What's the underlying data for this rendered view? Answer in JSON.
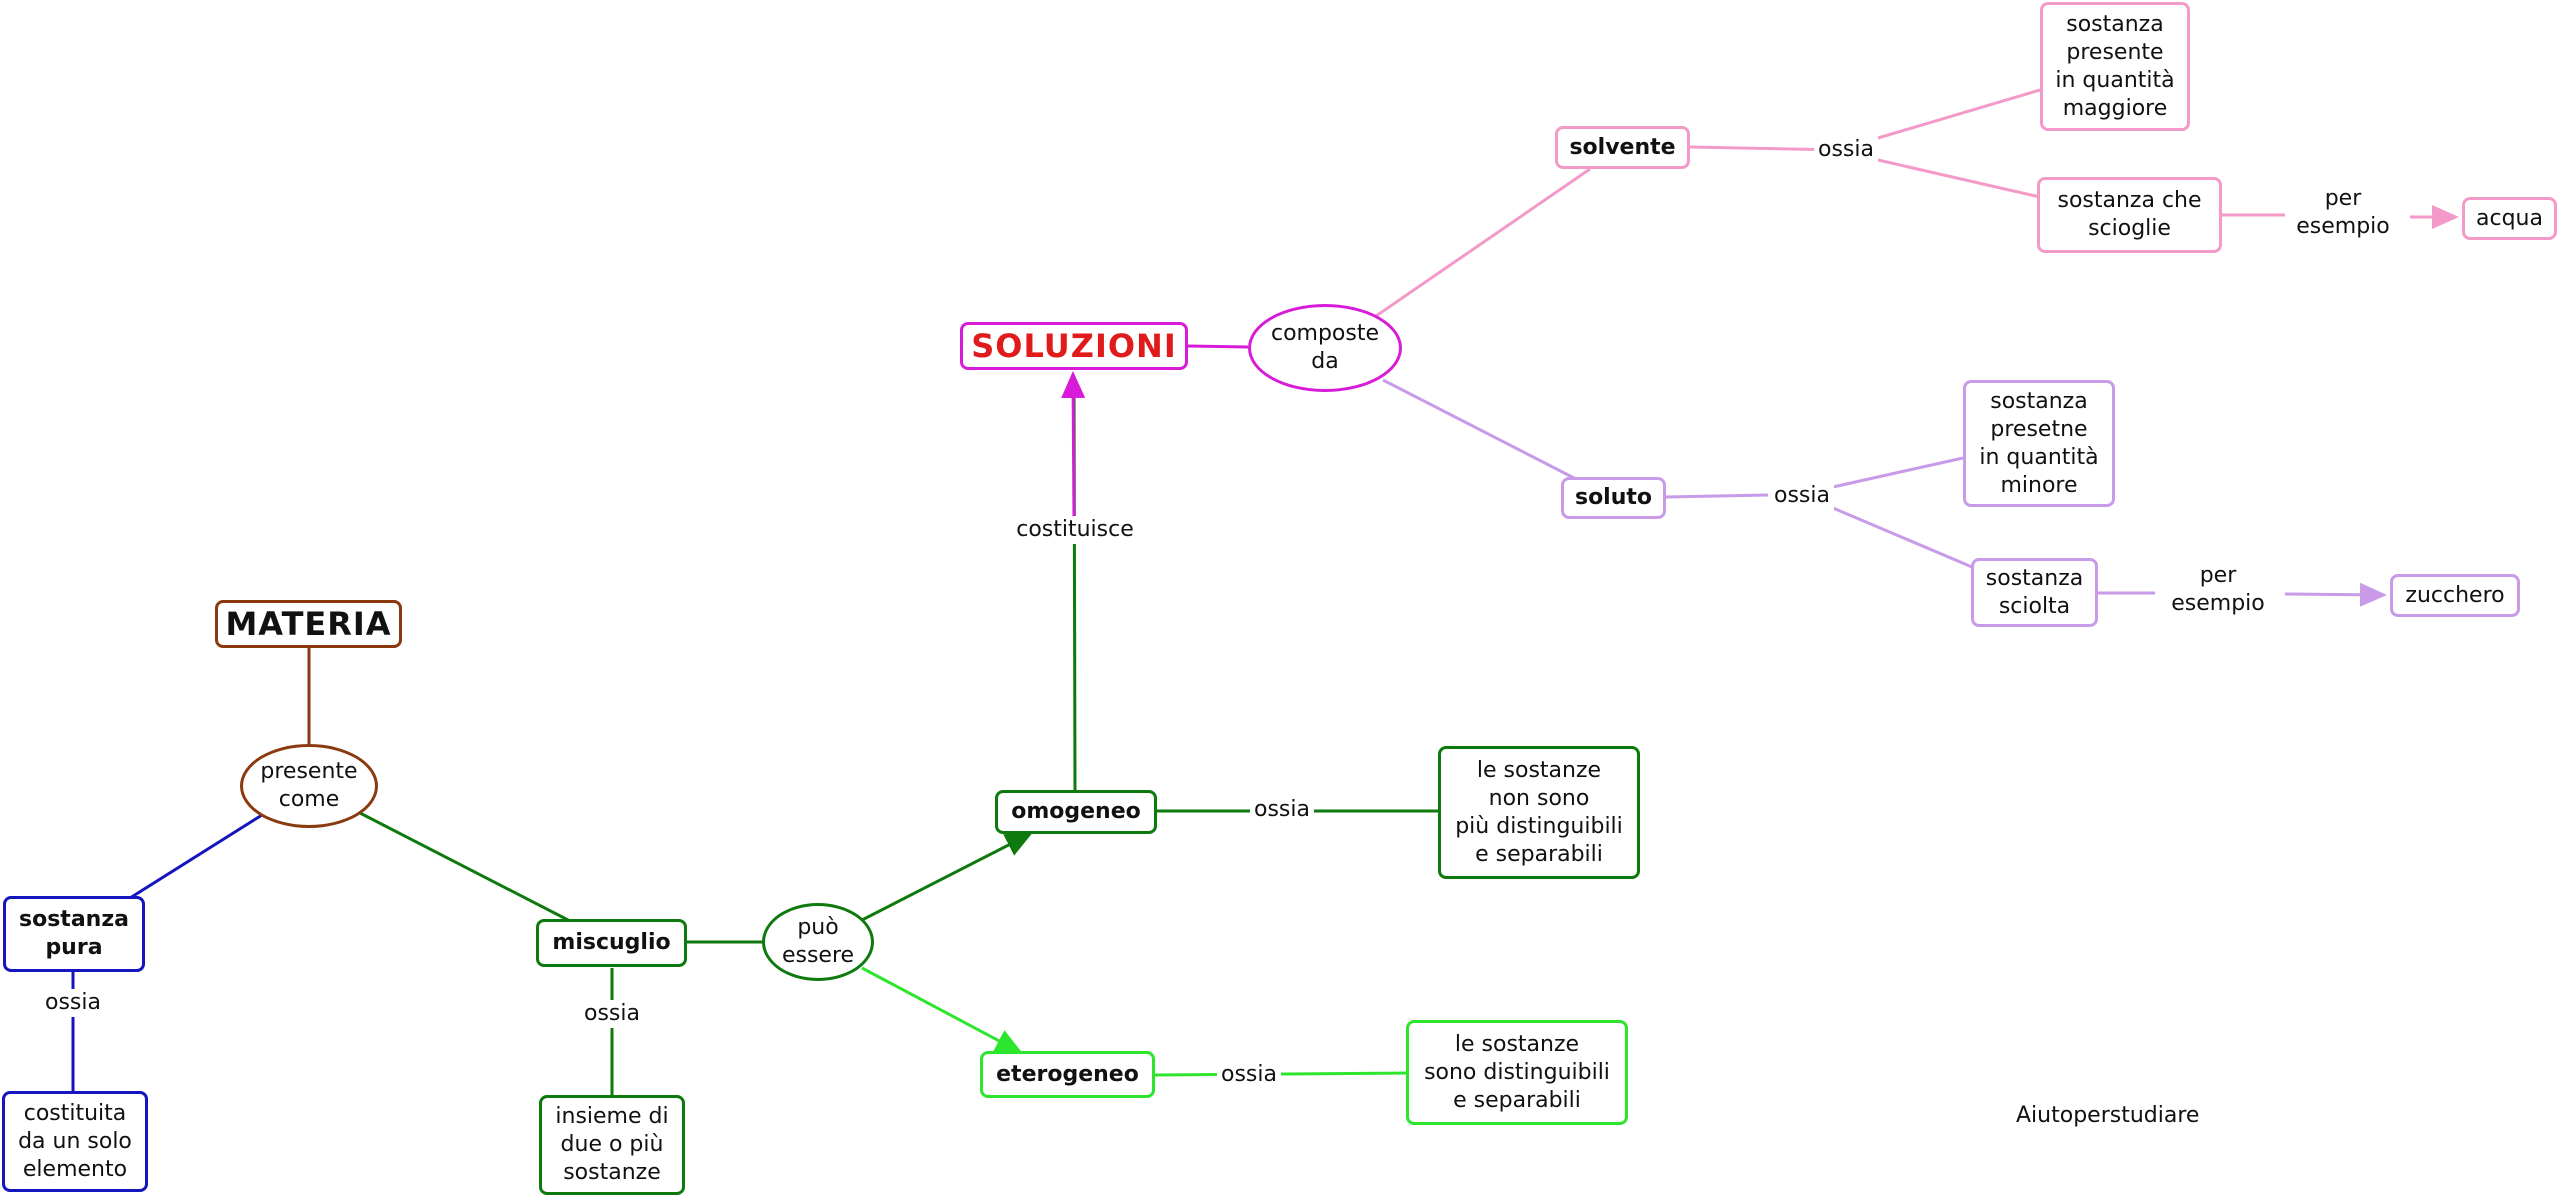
{
  "colors": {
    "brown": "#8b3a10",
    "blue": "#1515c0",
    "dark_green": "#0e7a0e",
    "bright_green": "#2ee52e",
    "magenta": "#d81bd8",
    "pink": "#f39ac8",
    "lavender": "#c89ae8",
    "title_red": "#e01b1b"
  },
  "nodes": {
    "materia": "MATERIA",
    "presente_come": "presente\ncome",
    "sostanza_pura": "sostanza\npura",
    "costituita": "costituita\nda un solo\nelemento",
    "miscuglio": "miscuglio",
    "insieme": "insieme di\ndue o più\nsostanze",
    "puo_essere": "può\nessere",
    "omogeneo": "omogeneo",
    "eterogeneo": "eterogeneo",
    "omo_def": "le sostanze\nnon sono\npiù distinguibili\ne separabili",
    "etero_def": "le sostanze\nsono distinguibili\ne separabili",
    "soluzioni": "SOLUZIONI",
    "composte_da": "composte\nda",
    "solvente": "solvente",
    "solvente_def1": "sostanza\npresente\nin quantità\nmaggiore",
    "solvente_def2": "sostanza che\nscioglie",
    "acqua": "acqua",
    "soluto": "soluto",
    "soluto_def1": "sostanza\npresetne\nin quantità\nminore",
    "soluto_def2": "sostanza\nsciolta",
    "zucchero": "zucchero"
  },
  "links": {
    "ossia_pura": "ossia",
    "ossia_miscuglio": "ossia",
    "costituisce": "costituisce",
    "ossia_omogeneo": "ossia",
    "ossia_eterogeneo": "ossia",
    "ossia_solvente": "ossia",
    "per_esempio_solvente": "per\nesempio",
    "ossia_soluto": "ossia",
    "per_esempio_soluto": "per\nesempio"
  },
  "watermark": "Aiutoperstudiare"
}
